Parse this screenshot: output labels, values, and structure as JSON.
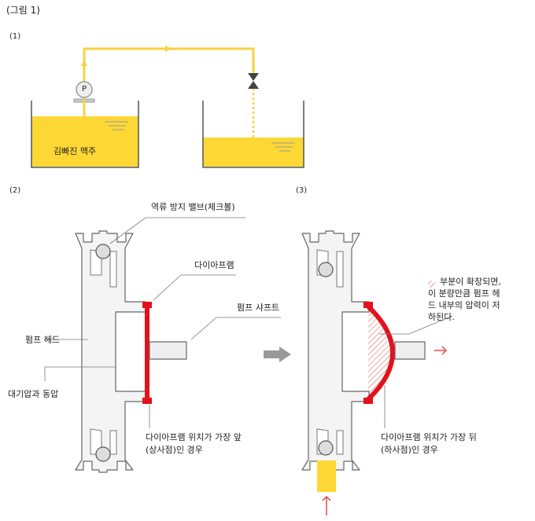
{
  "figure_title": "(그림 1)",
  "panels": {
    "p1": "(1)",
    "p2": "(2)",
    "p3": "(3)"
  },
  "panel1": {
    "pump_symbol": "P",
    "tank_label": "김빠진 맥주"
  },
  "panel2": {
    "check_valve": "역류 방지 밸브(체크볼)",
    "diaphragm": "다이아프램",
    "shaft": "펌프 샤프트",
    "pump_head": "펌프 헤드",
    "atmosphere": "대기압과 동압",
    "position_line1": "다이아프램 위치가 가장 앞",
    "position_line2": "(상사점)인 경우"
  },
  "panel3": {
    "note_line1": "부분이 확장되면,",
    "note_line2": "이 분량만큼 펌프 헤",
    "note_line3": "드 내부의 압력이 저",
    "note_line4": "하된다.",
    "position_line1": "다이아프램 위치가 가장 뒤",
    "position_line2": "(하사점)인 경우"
  },
  "colors": {
    "beer": "#fdd835",
    "pipe": "#f7d23e",
    "diaphragm": "#e2111c",
    "arrow_red": "#e84a4a",
    "outline": "#555555",
    "body_gray": "#f2f2f2"
  }
}
